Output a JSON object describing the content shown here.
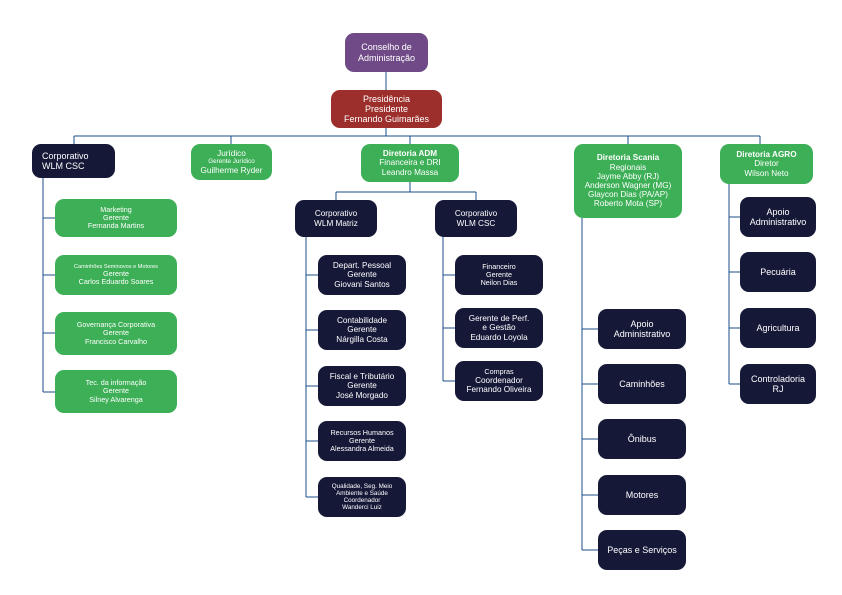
{
  "colors": {
    "navy": "#161838",
    "green": "#3daf57",
    "purple": "#6f4a86",
    "red": "#9c2f2c",
    "connector": "#1a4e8a"
  },
  "board": {
    "line1": "Conselho de",
    "line2": "Administração"
  },
  "presidency": {
    "line1": "Presidência",
    "line2": "Presidente",
    "line3": "Fernando Guimarães"
  },
  "corporativo_csc": {
    "line1": "Corporativo",
    "line2": "WLM CSC"
  },
  "juridico": {
    "line1": "Jurídico",
    "line2": "Gerente Jurídico",
    "line3": "Guilherme Ryder"
  },
  "diretoria_adm": {
    "line1": "Diretoria ADM",
    "line2": "Financeira e DRI",
    "line3": "Leandro Massa"
  },
  "diretoria_scania": {
    "line1": "Diretoria Scania",
    "line2": "Regionais",
    "line3": "Jayme Abby (RJ)",
    "line4": "Anderson Wagner (MG)",
    "line5": "Glaycon Dias (PA/AP)",
    "line6": "Roberto Mota (SP)"
  },
  "diretoria_agro": {
    "line1": "Diretoria AGRO",
    "line2": "Diretor",
    "line3": "Wilson Neto"
  },
  "csc_children": {
    "marketing": {
      "line1": "Marketing",
      "line2": "Gerente",
      "line3": "Fernanda Martins"
    },
    "caminhoes_seminovos": {
      "line1": "Caminhões Seminovos e Motores",
      "line2": "Gerente",
      "line3": "Carlos Eduardo Soares"
    },
    "governanca": {
      "line1": "Governança Corporativa",
      "line2": "Gerente",
      "line3": "Francisco Carvalho"
    },
    "tec_informacao": {
      "line1": "Tec. da informação",
      "line2": "Gerente",
      "line3": "Silney Alvarenga"
    }
  },
  "corporativo_matriz": {
    "line1": "Corporativo",
    "line2": "WLM Matriz"
  },
  "corporativo_csc2": {
    "line1": "Corporativo",
    "line2": "WLM CSC"
  },
  "matriz_children": {
    "depart_pessoal": {
      "line1": "Depart. Pessoal",
      "line2": "Gerente",
      "line3": "Giovani Santos"
    },
    "contabilidade": {
      "line1": "Contabilidade",
      "line2": "Gerente",
      "line3": "Nárgilla Costa"
    },
    "fiscal": {
      "line1": "Fiscal e Tributário",
      "line2": "Gerente",
      "line3": "José Morgado"
    },
    "rh": {
      "line1": "Recursos Humanos",
      "line2": "Gerente",
      "line3": "Alessandra Almeida"
    },
    "qualidade": {
      "line1": "Qualidade, Seg. Meio",
      "line2": "Ambiente e Saúde",
      "line3": "Coordenador",
      "line4": "Wanderci Luiz"
    }
  },
  "csc2_children": {
    "financeiro": {
      "line1": "Financeiro",
      "line2": "Gerente",
      "line3": "Neilon Dias"
    },
    "perf_gestao": {
      "line1": "Gerente de Perf.",
      "line2": "e Gestão",
      "line3": "Eduardo Loyola"
    },
    "compras": {
      "line1": "Compras",
      "line2": "Coordenador",
      "line3": "Fernando Oliveira"
    }
  },
  "scania_children": {
    "apoio": {
      "line1": "Apoio",
      "line2": "Administrativo"
    },
    "caminhoes": {
      "line1": "Caminhões"
    },
    "onibus": {
      "line1": "Ônibus"
    },
    "motores": {
      "line1": "Motores"
    },
    "pecas": {
      "line1": "Peças e Serviços"
    }
  },
  "agro_children": {
    "apoio": {
      "line1": "Apoio",
      "line2": "Administrativo"
    },
    "pecuaria": {
      "line1": "Pecuária"
    },
    "agricultura": {
      "line1": "Agricultura"
    },
    "controladoria": {
      "line1": "Controladoria",
      "line2": "RJ"
    }
  }
}
